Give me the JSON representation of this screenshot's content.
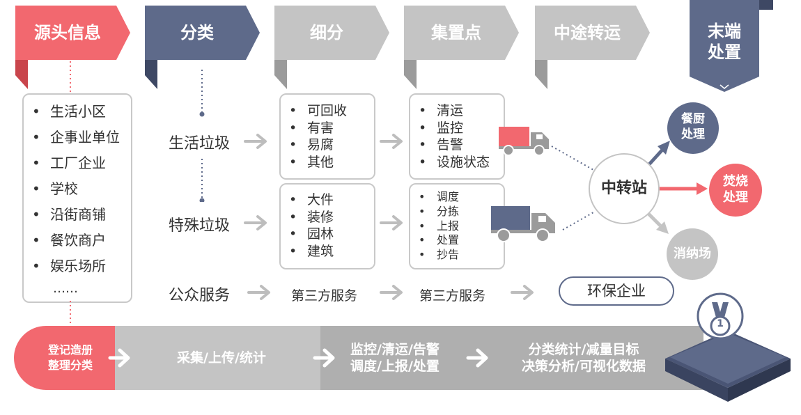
{
  "header": {
    "stage1": "源头信息",
    "stage2": "分类",
    "stage3": "细分",
    "stage4": "集置点",
    "stage5": "中途转运",
    "stage6_line1": "末端",
    "stage6_line2": "处置"
  },
  "sources": [
    "生活小区",
    "企事业单位",
    "工厂企业",
    "学校",
    "沿街商铺",
    "餐饮商户",
    "娱乐场所",
    "……"
  ],
  "categories": {
    "living": "生活垃圾",
    "special": "特殊垃圾",
    "public": "公众服务"
  },
  "living_sub": [
    "可回收",
    "有害",
    "易腐",
    "其他"
  ],
  "special_sub": [
    "大件",
    "装修",
    "园林",
    "建筑"
  ],
  "living_point": [
    "清运",
    "监控",
    "告警",
    "设施状态"
  ],
  "special_point": [
    "调度",
    "分拣",
    "上报",
    "处置",
    "抄告"
  ],
  "third_party_1": "第三方服务",
  "third_party_2": "第三方服务",
  "hub": "中转站",
  "eco": "环保企业",
  "ends": {
    "kitchen_line1": "餐厨",
    "kitchen_line2": "处理",
    "burn_line1": "焚烧",
    "burn_line2": "处理",
    "landfill": "消纳场"
  },
  "bottom": {
    "start_line1": "登记造册",
    "start_line2": "整理分类",
    "step1": "采集/上传/统计",
    "step2_line1": "监控/清运/告警",
    "step2_line2": "调度/上报/处置",
    "step3_line1": "分类统计/减量目标",
    "step3_line2": "决策分析/可视化数据",
    "medal": "1"
  },
  "colors": {
    "red": "#f2686f",
    "slate": "#5e6a8a",
    "gray": "#c4c4c4",
    "darkgray": "#9b9b9b"
  }
}
